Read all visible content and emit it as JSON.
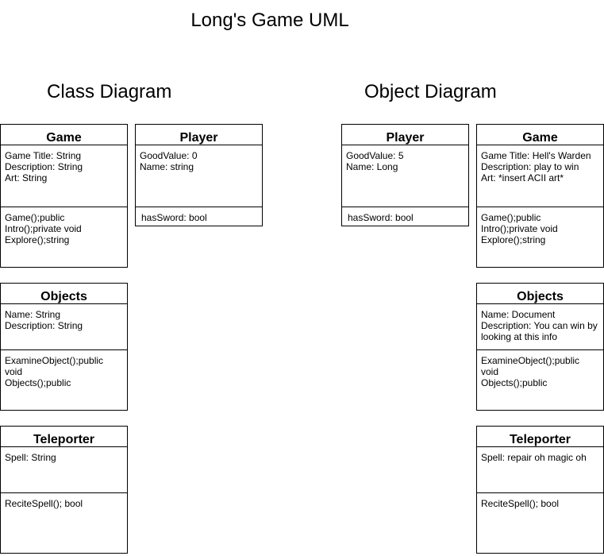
{
  "title": "Long's Game UML",
  "class_diagram": {
    "heading": "Class Diagram",
    "game": {
      "name": "Game",
      "attributes": [
        "Game Title: String",
        "Description: String",
        "Art: String"
      ],
      "operations": [
        "Game();public",
        "Intro();private void",
        "Explore();string"
      ]
    },
    "player": {
      "name": "Player",
      "attributes": [
        "GoodValue: 0",
        "Name: string"
      ],
      "operations": [
        "hasSword: bool"
      ]
    },
    "objects": {
      "name": "Objects",
      "attributes": [
        "Name: String",
        "Description: String"
      ],
      "operations": [
        "ExamineObject();public void",
        "Objects();public"
      ]
    },
    "teleporter": {
      "name": "Teleporter",
      "attributes": [
        "Spell: String"
      ],
      "operations": [
        "ReciteSpell(); bool"
      ]
    }
  },
  "object_diagram": {
    "heading": "Object Diagram",
    "player": {
      "name": "Player",
      "attributes": [
        "GoodValue: 5",
        "Name: Long"
      ],
      "operations": [
        "hasSword: bool"
      ]
    },
    "game": {
      "name": "Game",
      "attributes": [
        "Game Title: Hell's Warden",
        "Description: play to win",
        "Art: *insert ACII art*"
      ],
      "operations": [
        "Game();public",
        "Intro();private void",
        "Explore();string"
      ]
    },
    "objects": {
      "name": "Objects",
      "attributes": [
        "Name: Document",
        "Description: You can win by",
        "looking at this info"
      ],
      "operations": [
        "ExamineObject();public void",
        "Objects();public"
      ]
    },
    "teleporter": {
      "name": "Teleporter",
      "attributes": [
        "Spell: repair oh magic oh"
      ],
      "operations": [
        "ReciteSpell(); bool"
      ]
    }
  }
}
